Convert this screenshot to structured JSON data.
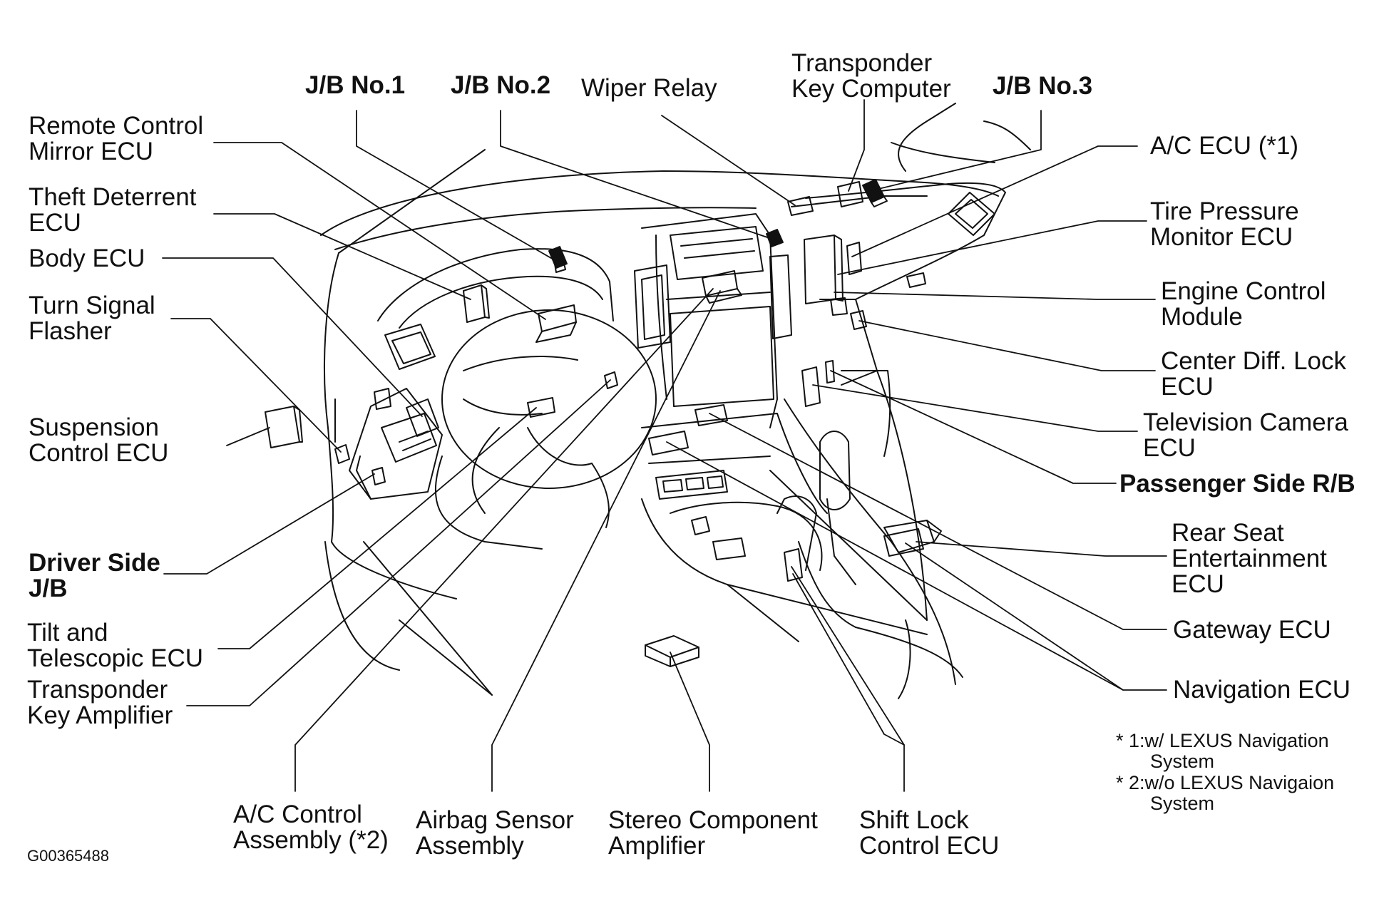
{
  "labels": {
    "jb_no1": "J/B No.1",
    "jb_no2": "J/B No.2",
    "wiper_relay": "Wiper Relay",
    "transponder_key_computer": [
      "Transponder",
      "Key Computer"
    ],
    "jb_no3": "J/B No.3",
    "remote_control_mirror_ecu": [
      "Remote Control",
      "Mirror ECU"
    ],
    "theft_deterrent_ecu": [
      "Theft Deterrent",
      "ECU"
    ],
    "body_ecu": "Body ECU",
    "turn_signal_flasher": [
      "Turn Signal",
      "Flasher"
    ],
    "suspension_control_ecu": [
      "Suspension",
      "Control ECU"
    ],
    "driver_side_jb": [
      "Driver Side",
      "J/B"
    ],
    "tilt_telescopic_ecu": [
      "Tilt and",
      "Telescopic ECU"
    ],
    "transponder_key_amplifier": [
      "Transponder",
      "Key Amplifier"
    ],
    "ac_control_assembly": [
      "A/C Control",
      "Assembly (*2)"
    ],
    "airbag_sensor_assembly": [
      "Airbag Sensor",
      "Assembly"
    ],
    "stereo_component_amplifier": [
      "Stereo Component",
      "Amplifier"
    ],
    "shift_lock_control_ecu": [
      "Shift Lock",
      "Control ECU"
    ],
    "ac_ecu": "A/C ECU (*1)",
    "tire_pressure_monitor_ecu": [
      "Tire Pressure",
      "Monitor ECU"
    ],
    "engine_control_module": [
      "Engine Control",
      "Module"
    ],
    "center_diff_lock_ecu": [
      "Center Diff. Lock",
      "ECU"
    ],
    "television_camera_ecu": [
      "Television Camera",
      "ECU"
    ],
    "passenger_side_rb": "Passenger Side R/B",
    "rear_seat_entertainment_ecu": [
      "Rear Seat",
      "Entertainment",
      "ECU"
    ],
    "gateway_ecu": "Gateway ECU",
    "navigation_ecu": "Navigation ECU"
  },
  "notes": {
    "note1": [
      "* 1:w/ LEXUS Navigation",
      "System"
    ],
    "note2": [
      "* 2:w/o LEXUS Navigaion",
      "System"
    ]
  },
  "figure_code": "G00365488",
  "colors": {
    "ink": "#111111",
    "background": "#ffffff"
  }
}
